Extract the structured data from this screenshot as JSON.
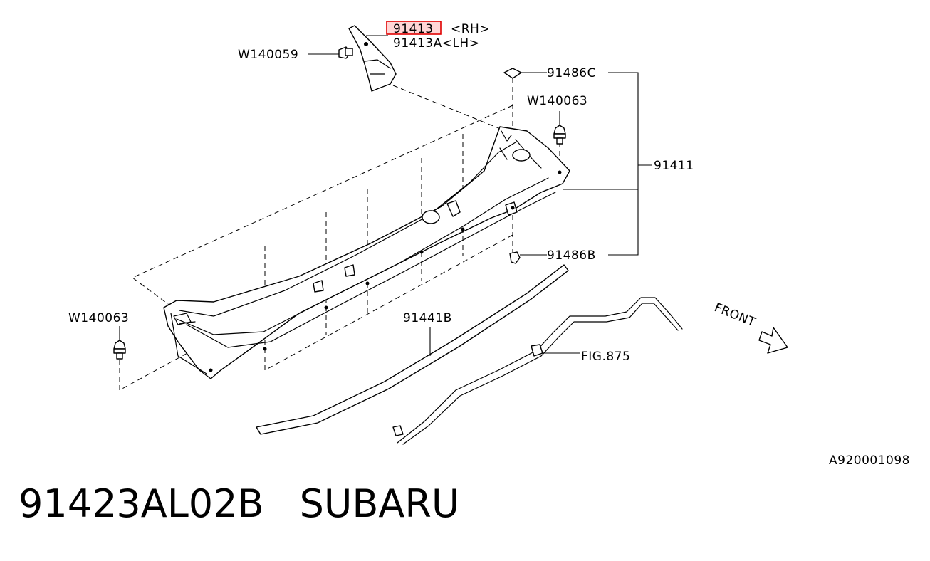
{
  "labels": {
    "rh_part": "91413",
    "rh_suffix": "<RH>",
    "lh_part": "91413A<LH>",
    "clip_top": "W140059",
    "seal_clip_top": "91486C",
    "clip_right": "W140063",
    "panel": "91411",
    "seal_clip_bottom": "91486B",
    "clip_left": "W140063",
    "weatherstrip": "91441B",
    "fig_ref": "FIG.875",
    "front": "FRONT",
    "drawing_id": "A920001098"
  },
  "caption": {
    "part_number": "91423AL02B",
    "brand": "SUBARU"
  },
  "colors": {
    "highlight_stroke": "#e00000",
    "highlight_fill": "#ffd6d6",
    "line": "#000000"
  },
  "icons": [
    "front-arrow-icon"
  ]
}
